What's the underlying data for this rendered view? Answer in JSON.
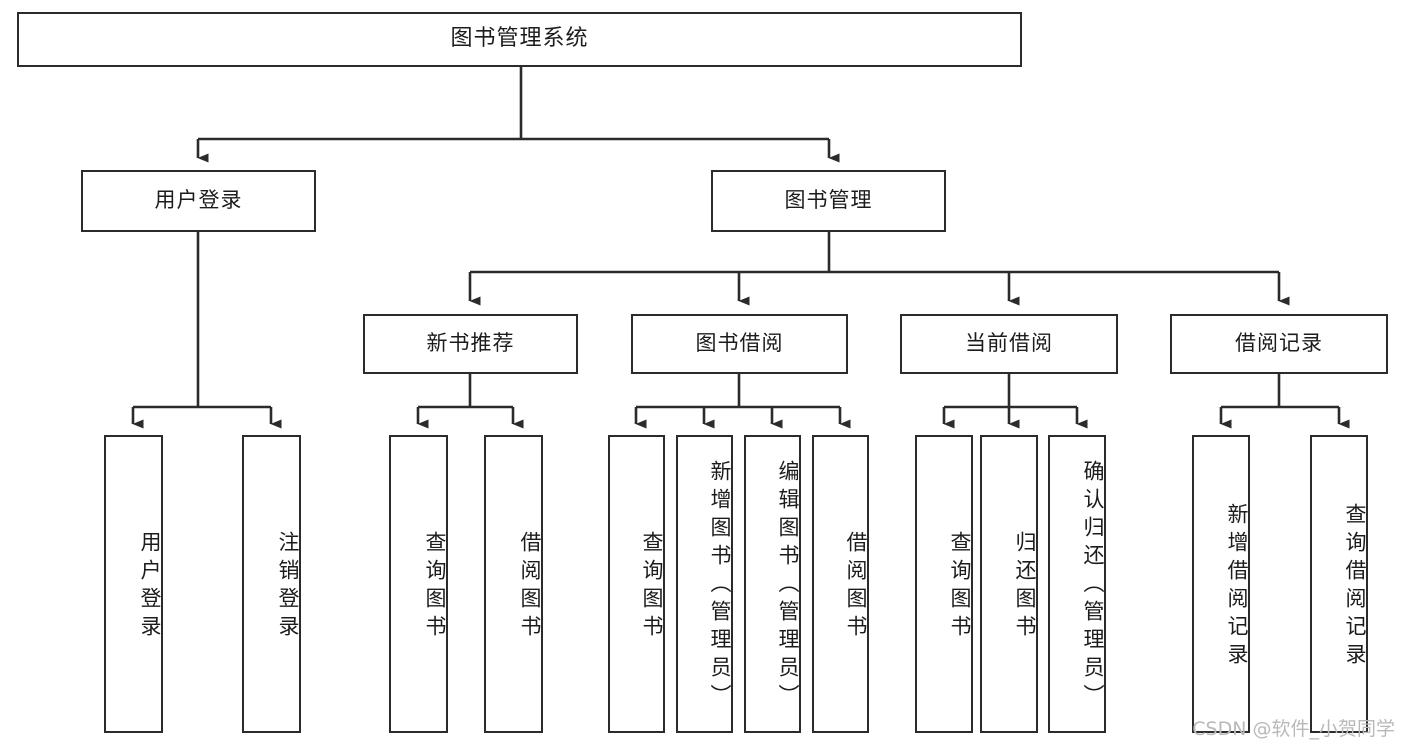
{
  "diagram": {
    "title": "图书管理系统",
    "type": "functional-structure-tree",
    "root": {
      "label": "图书管理系统"
    },
    "level2": [
      {
        "label": "用户登录"
      },
      {
        "label": "图书管理"
      }
    ],
    "level3": [
      {
        "label": "新书推荐"
      },
      {
        "label": "图书借阅"
      },
      {
        "label": "当前借阅"
      },
      {
        "label": "借阅记录"
      }
    ],
    "leaves": [
      {
        "label": "用户登录",
        "parent": "用户登录"
      },
      {
        "label": "注销登录",
        "parent": "用户登录"
      },
      {
        "label": "查询图书",
        "parent": "新书推荐"
      },
      {
        "label": "借阅图书",
        "parent": "新书推荐"
      },
      {
        "label": "查询图书",
        "parent": "图书借阅"
      },
      {
        "label": "新增图书（管理员）",
        "parent": "图书借阅"
      },
      {
        "label": "编辑图书（管理员）",
        "parent": "图书借阅"
      },
      {
        "label": "借阅图书",
        "parent": "图书借阅"
      },
      {
        "label": "查询图书",
        "parent": "当前借阅"
      },
      {
        "label": "归还图书",
        "parent": "当前借阅"
      },
      {
        "label": "确认归还（管理员）",
        "parent": "当前借阅"
      },
      {
        "label": "新增借阅记录",
        "parent": "借阅记录"
      },
      {
        "label": "查询借阅记录",
        "parent": "借阅记录"
      }
    ]
  },
  "watermark": {
    "text": "CSDN @软件_小贺同学"
  },
  "colors": {
    "stroke": "#2b2b2b",
    "background": "#ffffff",
    "text": "#1c1c1c",
    "watermark": "#b9b9b9"
  }
}
